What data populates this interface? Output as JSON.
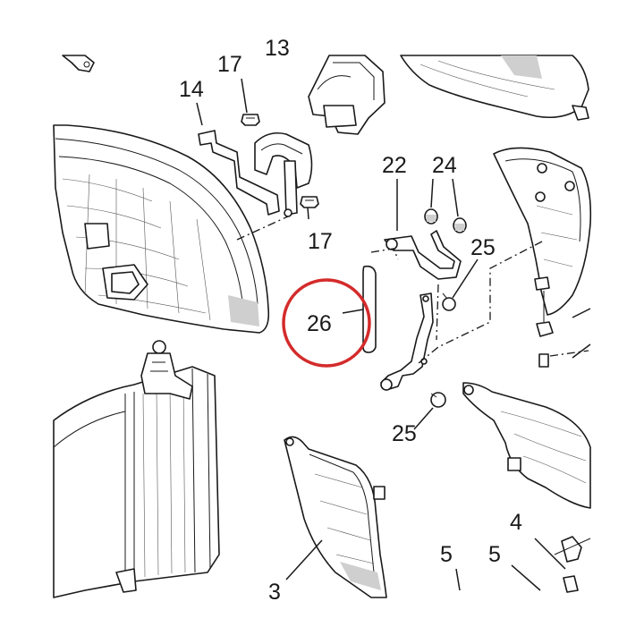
{
  "labels": {
    "p17a": "17",
    "p14": "14",
    "p17b": "17",
    "p22": "22",
    "p24": "24",
    "p25a": "25",
    "p26": "26",
    "p25b": "25",
    "p3": "3",
    "p4": "4",
    "p5a": "5",
    "p5b": "5",
    "p13_partial": "13"
  },
  "highlight": {
    "part": "26",
    "color": "#d42b2b"
  }
}
